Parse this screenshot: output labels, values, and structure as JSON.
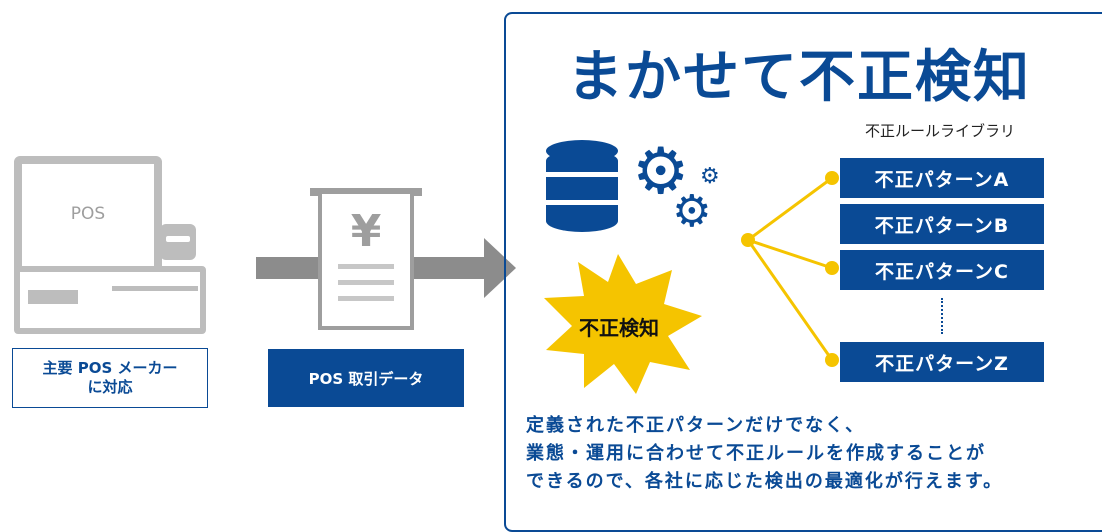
{
  "pos": {
    "screen_label": "POS",
    "maker_label_line1": "主要 POS メーカー",
    "maker_label_line2": "に対応"
  },
  "receipt": {
    "symbol": "¥",
    "data_label": "POS 取引データ"
  },
  "panel": {
    "title": "まかせて不正検知",
    "library_label": "不正ルールライブラリ",
    "patterns": [
      "不正パターンA",
      "不正パターンB",
      "不正パターンC",
      "不正パターンZ"
    ],
    "detection_label": "不正検知",
    "description": [
      "定義された不正パターンだけでなく、",
      "業態・運用に合わせて不正ルールを作成することが",
      "できるので、各社に応じた検出の最適化が行えます。"
    ]
  },
  "colors": {
    "brand_blue": "#0a4a95",
    "accent_yellow": "#f5c400",
    "gray": "#9e9e9e"
  },
  "icons": [
    "pos-terminal-icon",
    "receipt-icon",
    "database-icon",
    "gears-icon",
    "burst-icon"
  ]
}
